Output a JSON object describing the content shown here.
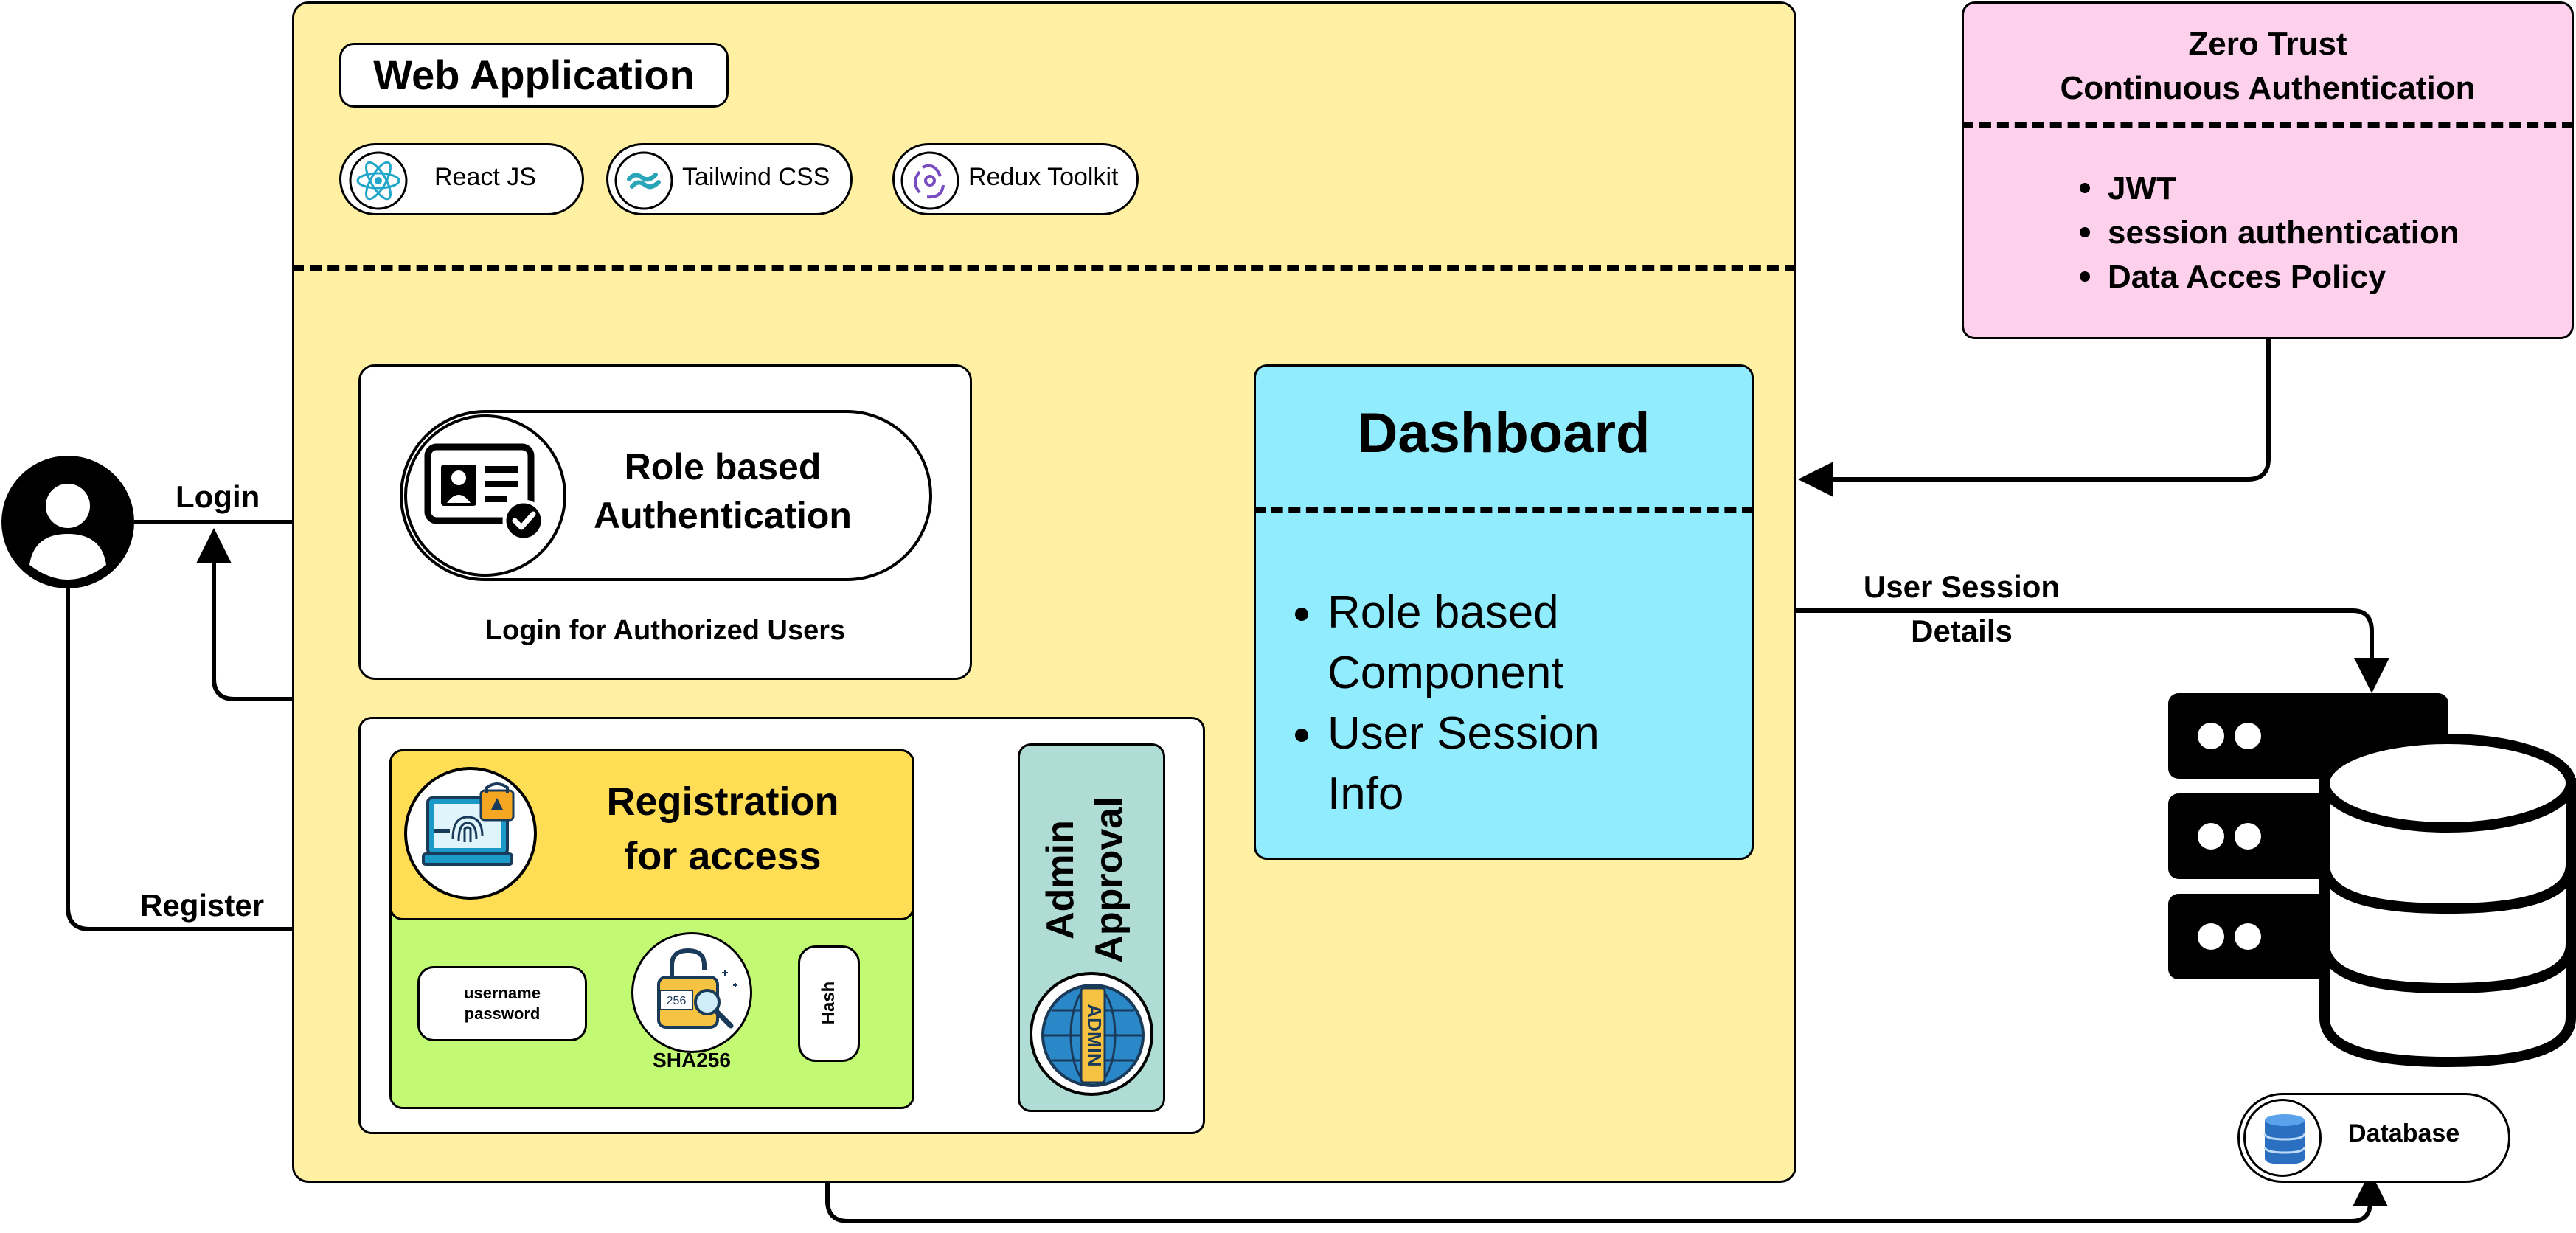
{
  "web_app": {
    "title": "Web Application",
    "tech": [
      {
        "label": "React JS",
        "icon": "react-icon"
      },
      {
        "label": "Tailwind CSS",
        "icon": "tailwind-icon"
      },
      {
        "label": "Redux Toolkit",
        "icon": "redux-icon"
      }
    ]
  },
  "auth": {
    "title": "Role based Authentication",
    "title_line1": "Role based",
    "title_line2": "Authentication",
    "caption": "Login for Authorized Users",
    "icon": "id-card-check-icon"
  },
  "registration": {
    "title_line1": "Registration",
    "title_line2": "for access",
    "icon": "fingerprint-lock-icon",
    "field_line1": "username",
    "field_line2": "password",
    "sha_label": "SHA256",
    "sha_badge": "256",
    "hash_label": "Hash",
    "approval_line1": "Admin",
    "approval_line2": "Approval",
    "admin_badge": "ADMIN"
  },
  "dashboard": {
    "title": "Dashboard",
    "items": [
      "Role based Component",
      "User Session Info"
    ],
    "item1_line1": "Role based",
    "item1_line2": "Component",
    "item2_line1": "User Session",
    "item2_line2": "Info"
  },
  "zero_trust": {
    "title_line1": "Zero Trust",
    "title_line2": "Continuous Authentication",
    "items": [
      "JWT",
      "session authentication",
      "Data Acces Policy"
    ]
  },
  "edges": {
    "login": "Login",
    "register": "Register",
    "session_line1": "User Session",
    "session_line2": "Details"
  },
  "database": {
    "label": "Database",
    "icon": "database-icon"
  },
  "colors": {
    "web_app_bg": "#fff0a3",
    "dashboard_bg": "#91ecfe",
    "zero_trust_bg": "#fdd0eb",
    "registration_header": "#ffdd55",
    "registration_body": "#c2fb73",
    "approval_bg": "#b0dcd6"
  }
}
